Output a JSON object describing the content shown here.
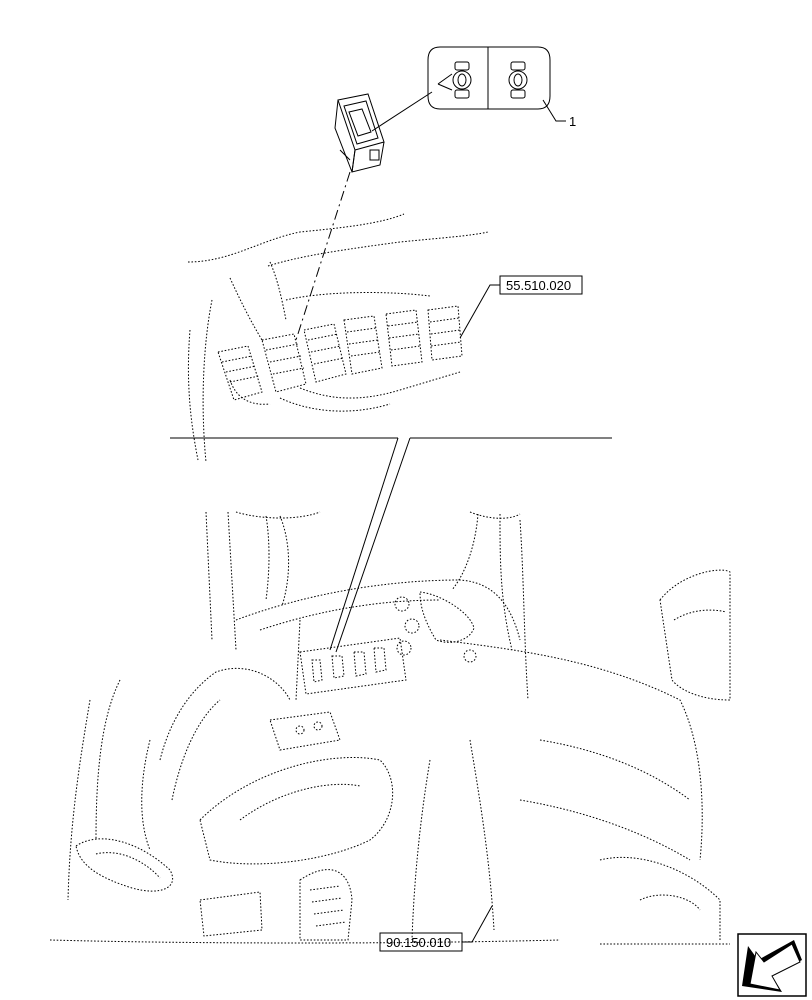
{
  "callouts": {
    "item_1": "1",
    "ref_top": "55.510.020",
    "ref_bottom": "90.150.010"
  },
  "icons": {
    "switch_symbol_left": "switch-position-icon",
    "switch_symbol_right": "switch-position-icon",
    "nav_arrow": "arrow-down-left-icon"
  }
}
